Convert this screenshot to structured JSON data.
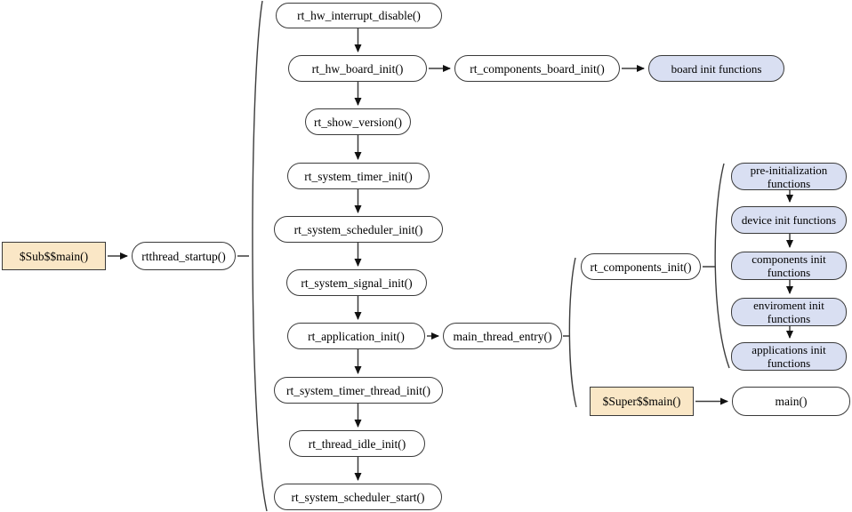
{
  "colors": {
    "background": "#ffffff",
    "node_fill": "#ffffff",
    "highlight_node_fill": "#fae7c6",
    "function_group_fill": "#d9dff2",
    "border": "#3a3a3a",
    "connector": "#3c3c3c",
    "arrowhead": "#111111"
  },
  "nodes": [
    {
      "id": "sub_main",
      "label": "$Sub$$main()",
      "shape": "rect",
      "fill": "#fae7c6"
    },
    {
      "id": "rtthread_startup",
      "label": "rtthread_startup()",
      "shape": "pill",
      "fill": "#ffffff"
    },
    {
      "id": "rt_hw_interrupt_disable",
      "label": "rt_hw_interrupt_disable()",
      "shape": "pill",
      "fill": "#ffffff"
    },
    {
      "id": "rt_hw_board_init",
      "label": "rt_hw_board_init()",
      "shape": "pill",
      "fill": "#ffffff"
    },
    {
      "id": "rt_components_board_init",
      "label": "rt_components_board_init()",
      "shape": "pill",
      "fill": "#ffffff"
    },
    {
      "id": "board_init_functions",
      "label": "board init functions",
      "shape": "pill",
      "fill": "#d9dff2"
    },
    {
      "id": "rt_show_version",
      "label": "rt_show_version()",
      "shape": "pill",
      "fill": "#ffffff"
    },
    {
      "id": "rt_system_timer_init",
      "label": "rt_system_timer_init()",
      "shape": "pill",
      "fill": "#ffffff"
    },
    {
      "id": "rt_system_scheduler_init",
      "label": "rt_system_scheduler_init()",
      "shape": "pill",
      "fill": "#ffffff"
    },
    {
      "id": "rt_system_signal_init",
      "label": "rt_system_signal_init()",
      "shape": "pill",
      "fill": "#ffffff"
    },
    {
      "id": "rt_application_init",
      "label": "rt_application_init()",
      "shape": "pill",
      "fill": "#ffffff"
    },
    {
      "id": "main_thread_entry",
      "label": "main_thread_entry()",
      "shape": "pill",
      "fill": "#ffffff"
    },
    {
      "id": "rt_system_timer_thread_init",
      "label": "rt_system_timer_thread_init()",
      "shape": "pill",
      "fill": "#ffffff"
    },
    {
      "id": "rt_thread_idle_init",
      "label": "rt_thread_idle_init()",
      "shape": "pill",
      "fill": "#ffffff"
    },
    {
      "id": "rt_system_scheduler_start",
      "label": "rt_system_scheduler_start()",
      "shape": "pill",
      "fill": "#ffffff"
    },
    {
      "id": "rt_components_init",
      "label": "rt_components_init()",
      "shape": "pill",
      "fill": "#ffffff"
    },
    {
      "id": "pre_initialization_functions",
      "label": "pre-initialization functions",
      "shape": "pill",
      "fill": "#d9dff2"
    },
    {
      "id": "device_init_functions",
      "label": "device init functions",
      "shape": "pill",
      "fill": "#d9dff2"
    },
    {
      "id": "components_init_functions",
      "label": "components init functions",
      "shape": "pill",
      "fill": "#d9dff2"
    },
    {
      "id": "enviroment_init_functions",
      "label": "enviroment init functions",
      "shape": "pill",
      "fill": "#d9dff2"
    },
    {
      "id": "applications_init_functions",
      "label": "applications init functions",
      "shape": "pill",
      "fill": "#d9dff2"
    },
    {
      "id": "super_main",
      "label": "$Super$$main()",
      "shape": "rect",
      "fill": "#fae7c6"
    },
    {
      "id": "main",
      "label": "main()",
      "shape": "pill",
      "fill": "#ffffff"
    }
  ],
  "edges": [
    {
      "from": "sub_main",
      "to": "rtthread_startup",
      "style": "arrow"
    },
    {
      "from": "rtthread_startup",
      "to": "startup_sequence_group",
      "style": "line"
    },
    {
      "from": "rt_hw_interrupt_disable",
      "to": "rt_hw_board_init",
      "style": "arrow"
    },
    {
      "from": "rt_hw_board_init",
      "to": "rt_components_board_init",
      "style": "arrow"
    },
    {
      "from": "rt_components_board_init",
      "to": "board_init_functions",
      "style": "arrow"
    },
    {
      "from": "rt_hw_board_init",
      "to": "rt_show_version",
      "style": "arrow"
    },
    {
      "from": "rt_show_version",
      "to": "rt_system_timer_init",
      "style": "arrow"
    },
    {
      "from": "rt_system_timer_init",
      "to": "rt_system_scheduler_init",
      "style": "arrow"
    },
    {
      "from": "rt_system_scheduler_init",
      "to": "rt_system_signal_init",
      "style": "arrow"
    },
    {
      "from": "rt_system_signal_init",
      "to": "rt_application_init",
      "style": "arrow"
    },
    {
      "from": "rt_application_init",
      "to": "main_thread_entry",
      "style": "arrow"
    },
    {
      "from": "rt_application_init",
      "to": "rt_system_timer_thread_init",
      "style": "arrow"
    },
    {
      "from": "rt_system_timer_thread_init",
      "to": "rt_thread_idle_init",
      "style": "arrow"
    },
    {
      "from": "rt_thread_idle_init",
      "to": "rt_system_scheduler_start",
      "style": "arrow"
    },
    {
      "from": "main_thread_entry",
      "to": "main_thread_group",
      "style": "line"
    },
    {
      "from": "rt_components_init",
      "to": "init_functions_group",
      "style": "line"
    },
    {
      "from": "pre_initialization_functions",
      "to": "device_init_functions",
      "style": "arrow"
    },
    {
      "from": "device_init_functions",
      "to": "components_init_functions",
      "style": "arrow"
    },
    {
      "from": "components_init_functions",
      "to": "enviroment_init_functions",
      "style": "arrow"
    },
    {
      "from": "enviroment_init_functions",
      "to": "applications_init_functions",
      "style": "arrow"
    },
    {
      "from": "super_main",
      "to": "main",
      "style": "arrow"
    }
  ],
  "groups": [
    {
      "id": "startup_sequence_group",
      "mark": "left-parenthesis",
      "contains": [
        "rt_hw_interrupt_disable",
        "rt_hw_board_init",
        "rt_show_version",
        "rt_system_timer_init",
        "rt_system_scheduler_init",
        "rt_system_signal_init",
        "rt_application_init",
        "rt_system_timer_thread_init",
        "rt_thread_idle_init",
        "rt_system_scheduler_start"
      ]
    },
    {
      "id": "main_thread_group",
      "mark": "left-parenthesis",
      "contains": [
        "rt_components_init",
        "super_main"
      ]
    },
    {
      "id": "init_functions_group",
      "mark": "left-parenthesis",
      "contains": [
        "pre_initialization_functions",
        "device_init_functions",
        "components_init_functions",
        "enviroment_init_functions",
        "applications_init_functions"
      ]
    }
  ]
}
